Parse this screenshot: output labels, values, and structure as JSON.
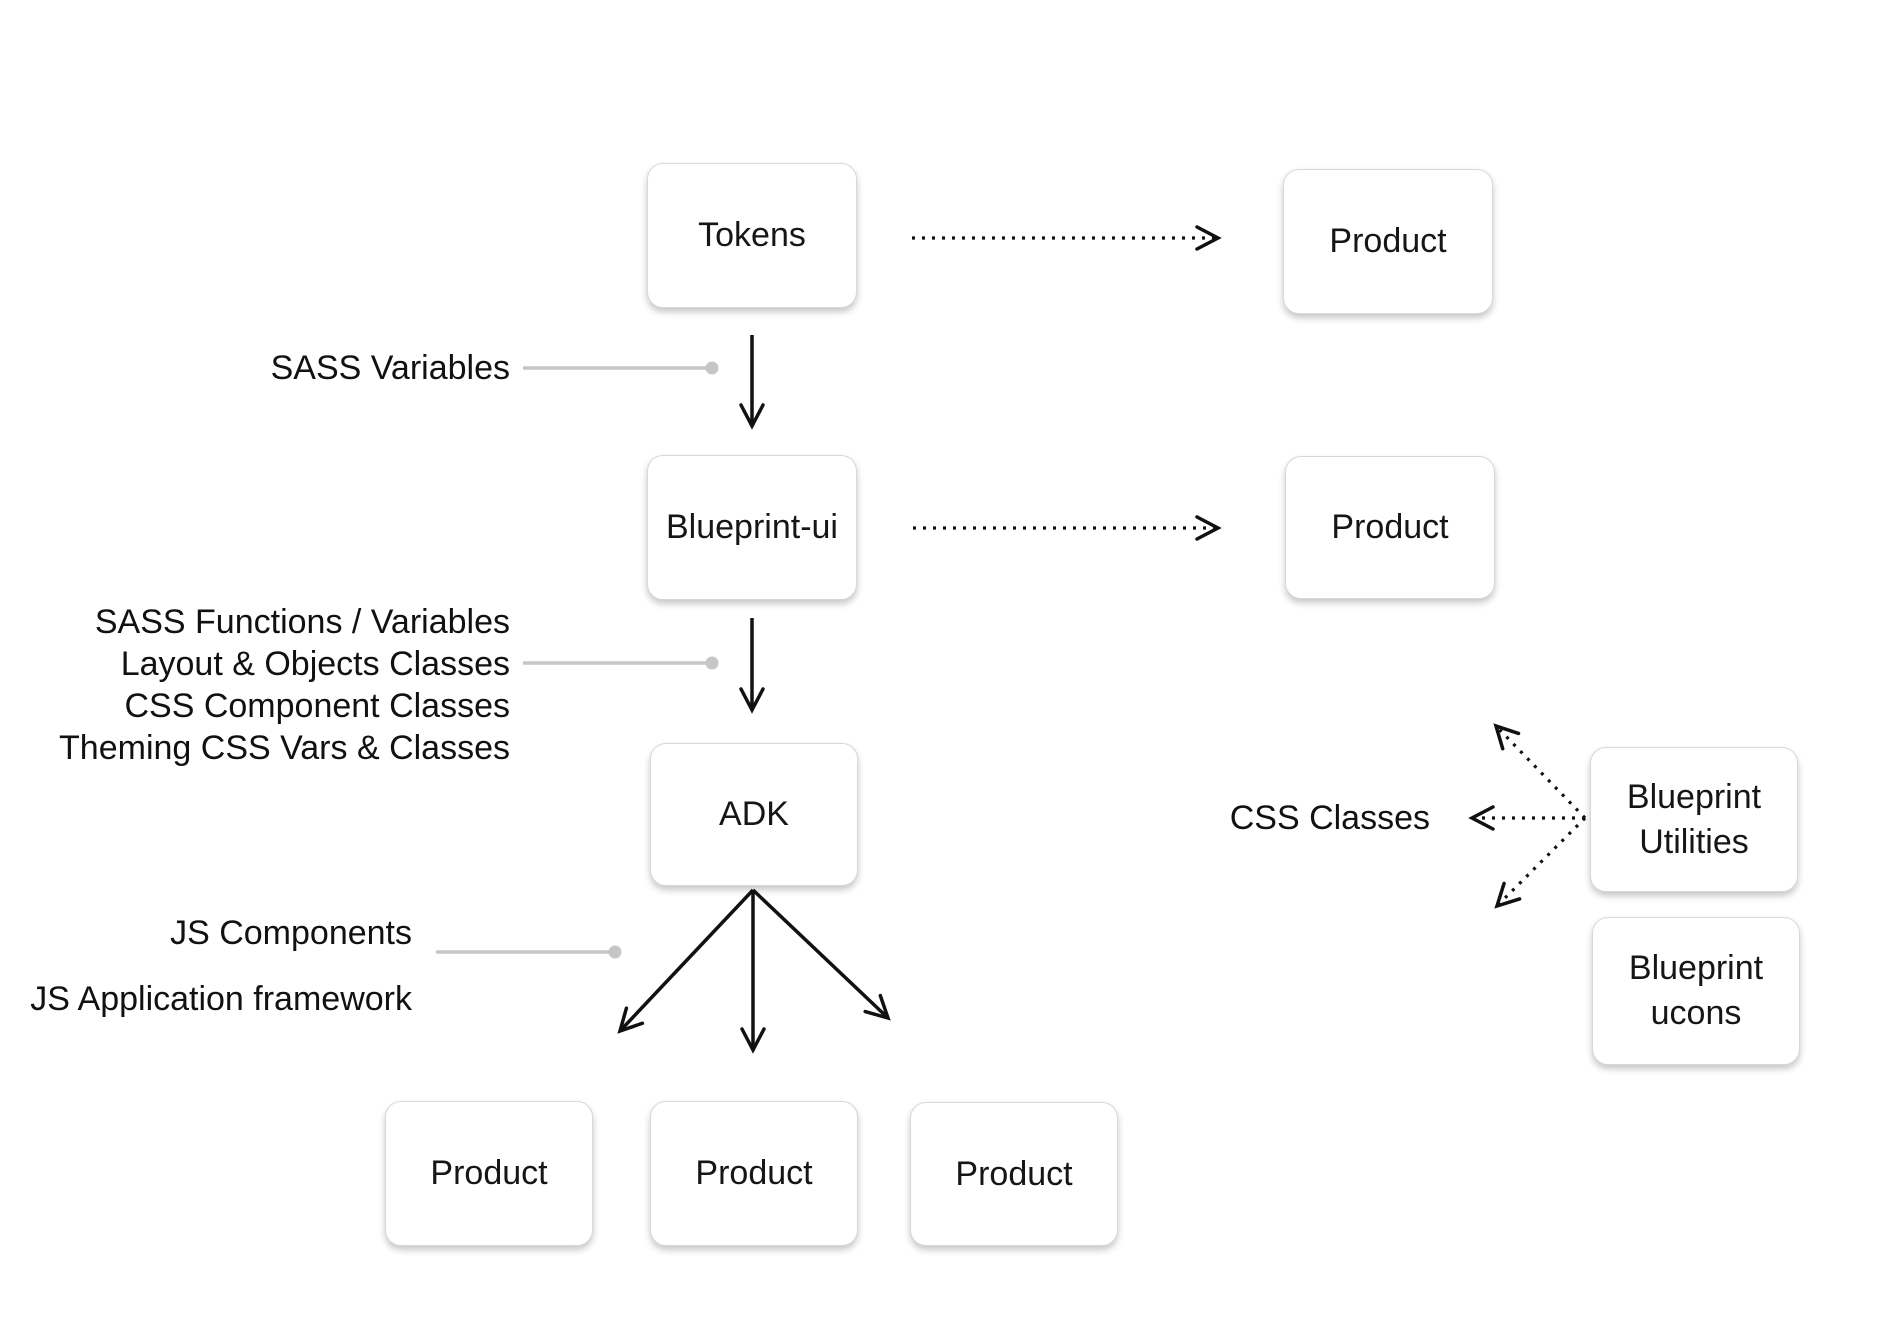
{
  "nodes": {
    "tokens": {
      "label": "Tokens"
    },
    "blueprint_ui": {
      "label": "Blueprint-ui"
    },
    "adk": {
      "label": "ADK"
    },
    "product_row1": {
      "label": "Product"
    },
    "product_row2": {
      "label": "Product"
    },
    "product_bottom_left": {
      "label": "Product"
    },
    "product_bottom_center": {
      "label": "Product"
    },
    "product_bottom_right": {
      "label": "Product"
    },
    "blueprint_utilities": {
      "label": "Blueprint\nUtilities"
    },
    "blueprint_ucons": {
      "label": "Blueprint\nucons"
    }
  },
  "annotations": {
    "sass_variables": "SASS Variables",
    "blueprint_ui_outputs": [
      "SASS Functions / Variables",
      "Layout & Objects Classes",
      "CSS Component Classes",
      "Theming CSS Vars & Classes"
    ],
    "adk_outputs": [
      "JS Components",
      "JS Application framework"
    ],
    "css_classes": "CSS Classes"
  },
  "colors": {
    "background": "#ffffff",
    "box_background": "#ffffff",
    "box_border": "#d8d8d8",
    "text": "#161616",
    "arrow": "#111111",
    "connector_gray": "#c6c6c6"
  }
}
